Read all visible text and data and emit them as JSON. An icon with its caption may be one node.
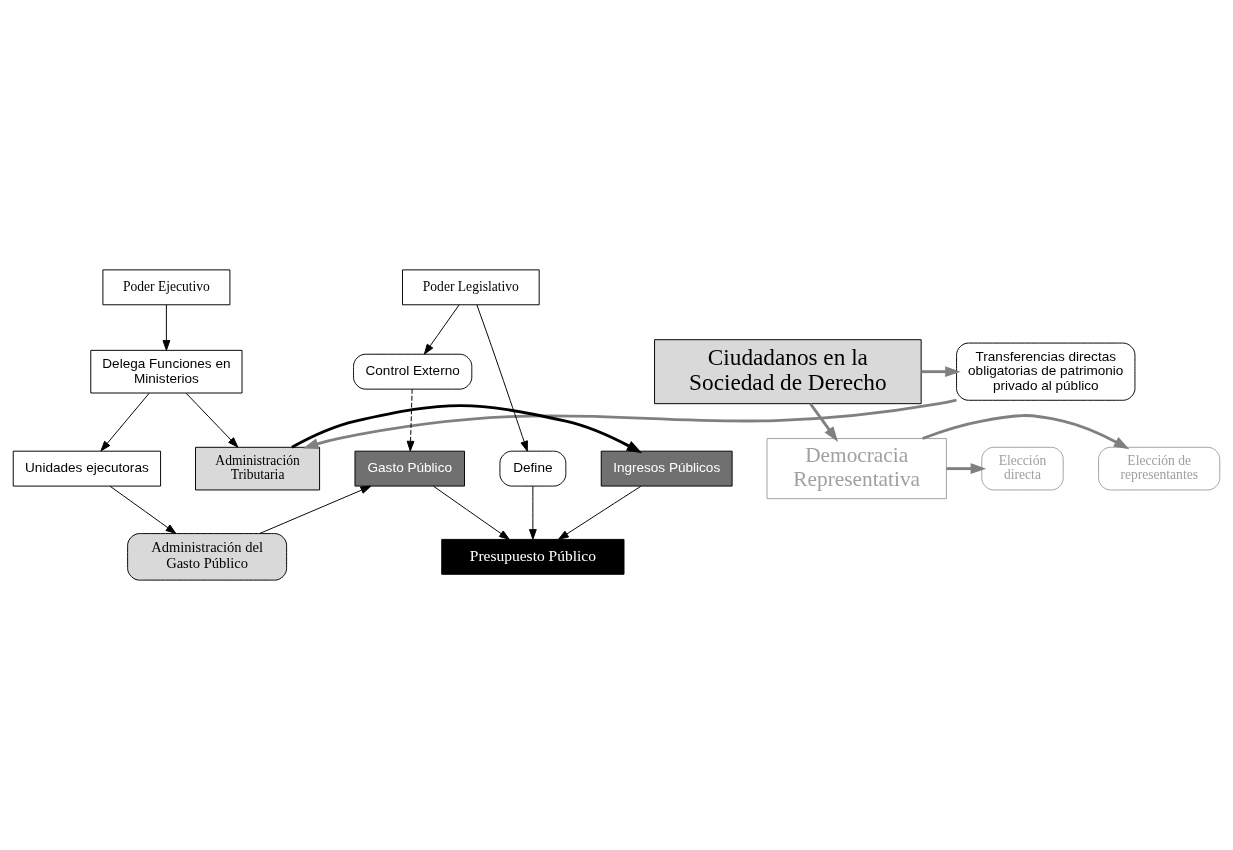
{
  "diagram": {
    "nodes": [
      {
        "text": [
          "Transferencias directas obligatorias de patrimonio privado al público"
        ]
      },
      {
        "text": [
          "Ciudadanos en la Sociedad de Derecho"
        ]
      },
      {
        "text": [
          "Elección de representantes"
        ]
      },
      {
        "text": [
          "Democracia Representativa"
        ]
      },
      {
        "text": [
          "Elección directa"
        ]
      },
      {
        "text": [
          "Poder Legislativo"
        ]
      },
      {
        "text": [
          "Poder Ejecutivo"
        ]
      },
      {
        "text": [
          "Define"
        ]
      },
      {
        "text": [
          "Control Externo"
        ]
      },
      {
        "text": [
          "Delega Funciones en Ministerios"
        ]
      },
      {
        "text": [
          "Presupuesto Público"
        ]
      },
      {
        "text": [
          "Ingresos Públicos"
        ]
      },
      {
        "text": [
          "Gasto Público"
        ]
      },
      {
        "text": [
          "Unidades ejecutoras"
        ]
      },
      {
        "text": [
          "Administración Tributaria"
        ]
      },
      {
        "text": [
          "Administración del Gasto Público"
        ]
      }
    ],
    "edges": [
      {
        "from": 1,
        "to": 0,
        "arrow": "to",
        "style": "thick",
        "color": "#808080"
      },
      {
        "from": 1,
        "to": 3,
        "arrow": "to",
        "style": "thick",
        "color": "#808080"
      },
      {
        "from": 3,
        "to": 2,
        "arrow": "to",
        "style": "thick",
        "color": "#808080"
      },
      {
        "from": 3,
        "to": 4,
        "arrow": "to",
        "style": "thick",
        "color": "#808080"
      },
      {
        "from": 5,
        "to": 7,
        "arrow": "to"
      },
      {
        "from": 5,
        "to": 8,
        "arrow": "to"
      },
      {
        "from": 6,
        "to": 9,
        "arrow": "to"
      },
      {
        "from": 7,
        "to": 10,
        "arrow": "to"
      },
      {
        "from": 8,
        "to": 12,
        "arrow": "to",
        "style": "dashed"
      },
      {
        "from": 11,
        "to": 10,
        "arrow": "to"
      },
      {
        "from": 12,
        "to": 10,
        "arrow": "to"
      },
      {
        "from": 9,
        "to": 13,
        "arrow": "to"
      },
      {
        "from": 9,
        "to": 14,
        "arrow": "to"
      },
      {
        "from": 13,
        "to": 15,
        "arrow": "to"
      },
      {
        "from": 15,
        "to": 12,
        "arrow": "to"
      },
      {
        "from": 14,
        "to": 11,
        "arrow": "to",
        "style": "thick"
      },
      {
        "from": 0,
        "to": 14,
        "arrow": "to",
        "style": "thick",
        "color": "#808080"
      }
    ]
  }
}
